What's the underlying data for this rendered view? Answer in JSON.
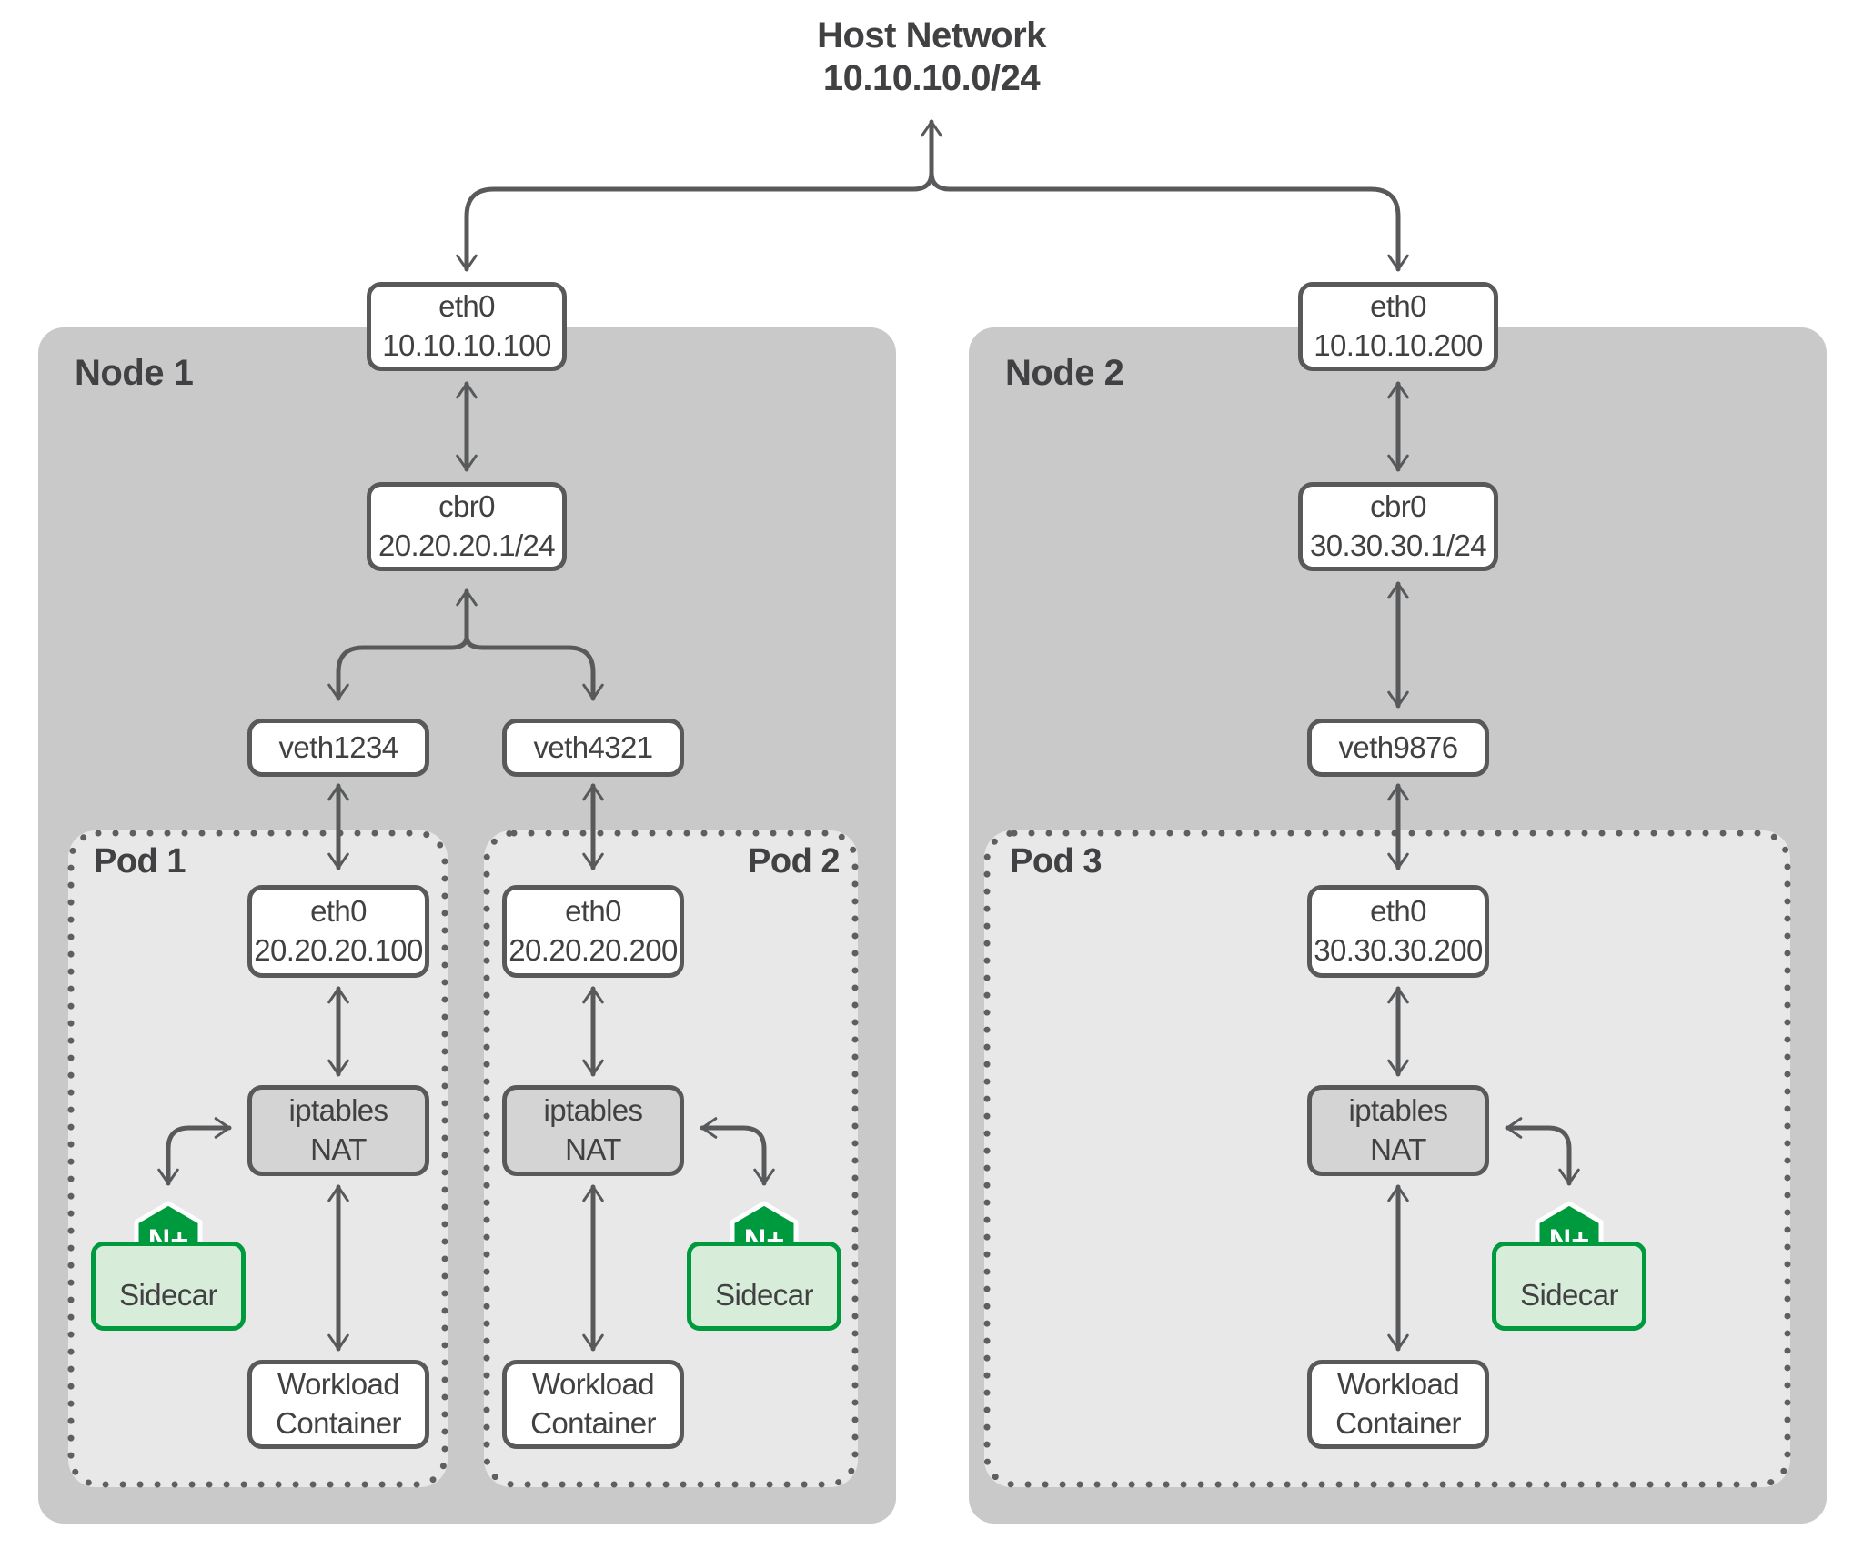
{
  "diagram_title": {
    "line1": "Host Network",
    "line2": "10.10.10.0/24"
  },
  "node1": {
    "label": "Node 1",
    "eth0_line1": "eth0",
    "eth0_line2": "10.10.10.100",
    "bridge_line1": "cbr0",
    "bridge_line2": "20.20.20.1/24",
    "veth_left": "veth1234",
    "veth_right": "veth4321"
  },
  "node2": {
    "label": "Node 2",
    "eth0_line1": "eth0",
    "eth0_line2": "10.10.10.200",
    "bridge_line1": "cbr0",
    "bridge_line2": "30.30.30.1/24",
    "veth": "veth9876"
  },
  "pod1": {
    "label": "Pod 1",
    "eth0_line1": "eth0",
    "eth0_line2": "20.20.20.100",
    "nat_line1": "iptables",
    "nat_line2": "NAT",
    "sidecar_badge": "N+",
    "sidecar_label": "Sidecar",
    "workload_line1": "Workload",
    "workload_line2": "Container"
  },
  "pod2": {
    "label": "Pod 2",
    "eth0_line1": "eth0",
    "eth0_line2": "20.20.20.200",
    "nat_line1": "iptables",
    "nat_line2": "NAT",
    "sidecar_badge": "N+",
    "sidecar_label": "Sidecar",
    "workload_line1": "Workload",
    "workload_line2": "Container"
  },
  "pod3": {
    "label": "Pod 3",
    "eth0_line1": "eth0",
    "eth0_line2": "30.30.30.200",
    "nat_line1": "iptables",
    "nat_line2": "NAT",
    "sidecar_badge": "N+",
    "sidecar_label": "Sidecar",
    "workload_line1": "Workload",
    "workload_line2": "Container"
  },
  "colors": {
    "node_fill": "#c9c9c9",
    "pod_fill": "#e8e8e8",
    "box_fill": "#ffffff",
    "box_border": "#58595b",
    "nat_fill": "#d4d4d4",
    "arrow": "#58595b",
    "text": "#414042",
    "nginx_green": "#009a3e",
    "sidecar_fill": "#d8ecda",
    "badge_text": "#ffffff"
  }
}
